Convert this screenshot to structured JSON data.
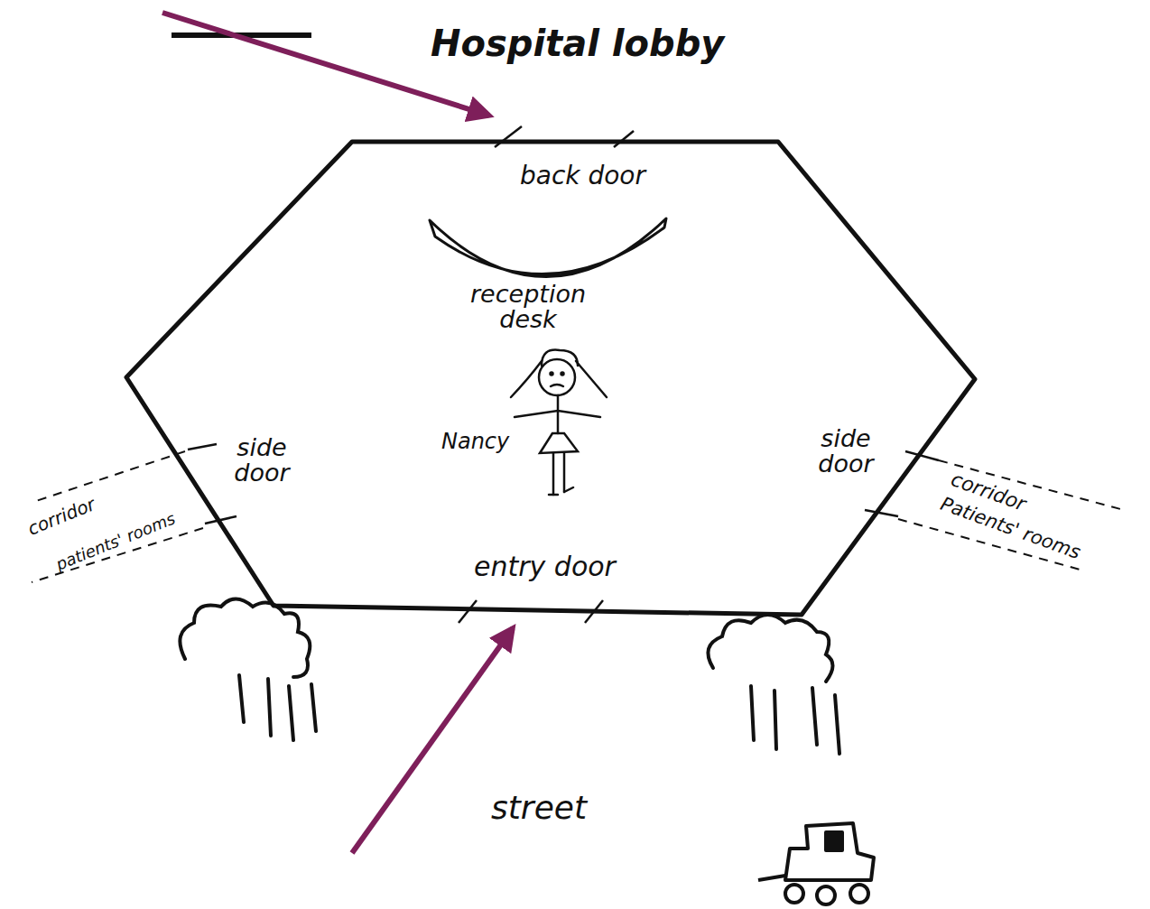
{
  "diagram": {
    "title": "Hospital lobby",
    "labels": [
      "back door",
      "reception desk",
      "Nancy",
      "side door",
      "corridor",
      "patients' rooms",
      "side door",
      "corridor",
      "Patients' rooms",
      "entry door",
      "street"
    ]
  }
}
